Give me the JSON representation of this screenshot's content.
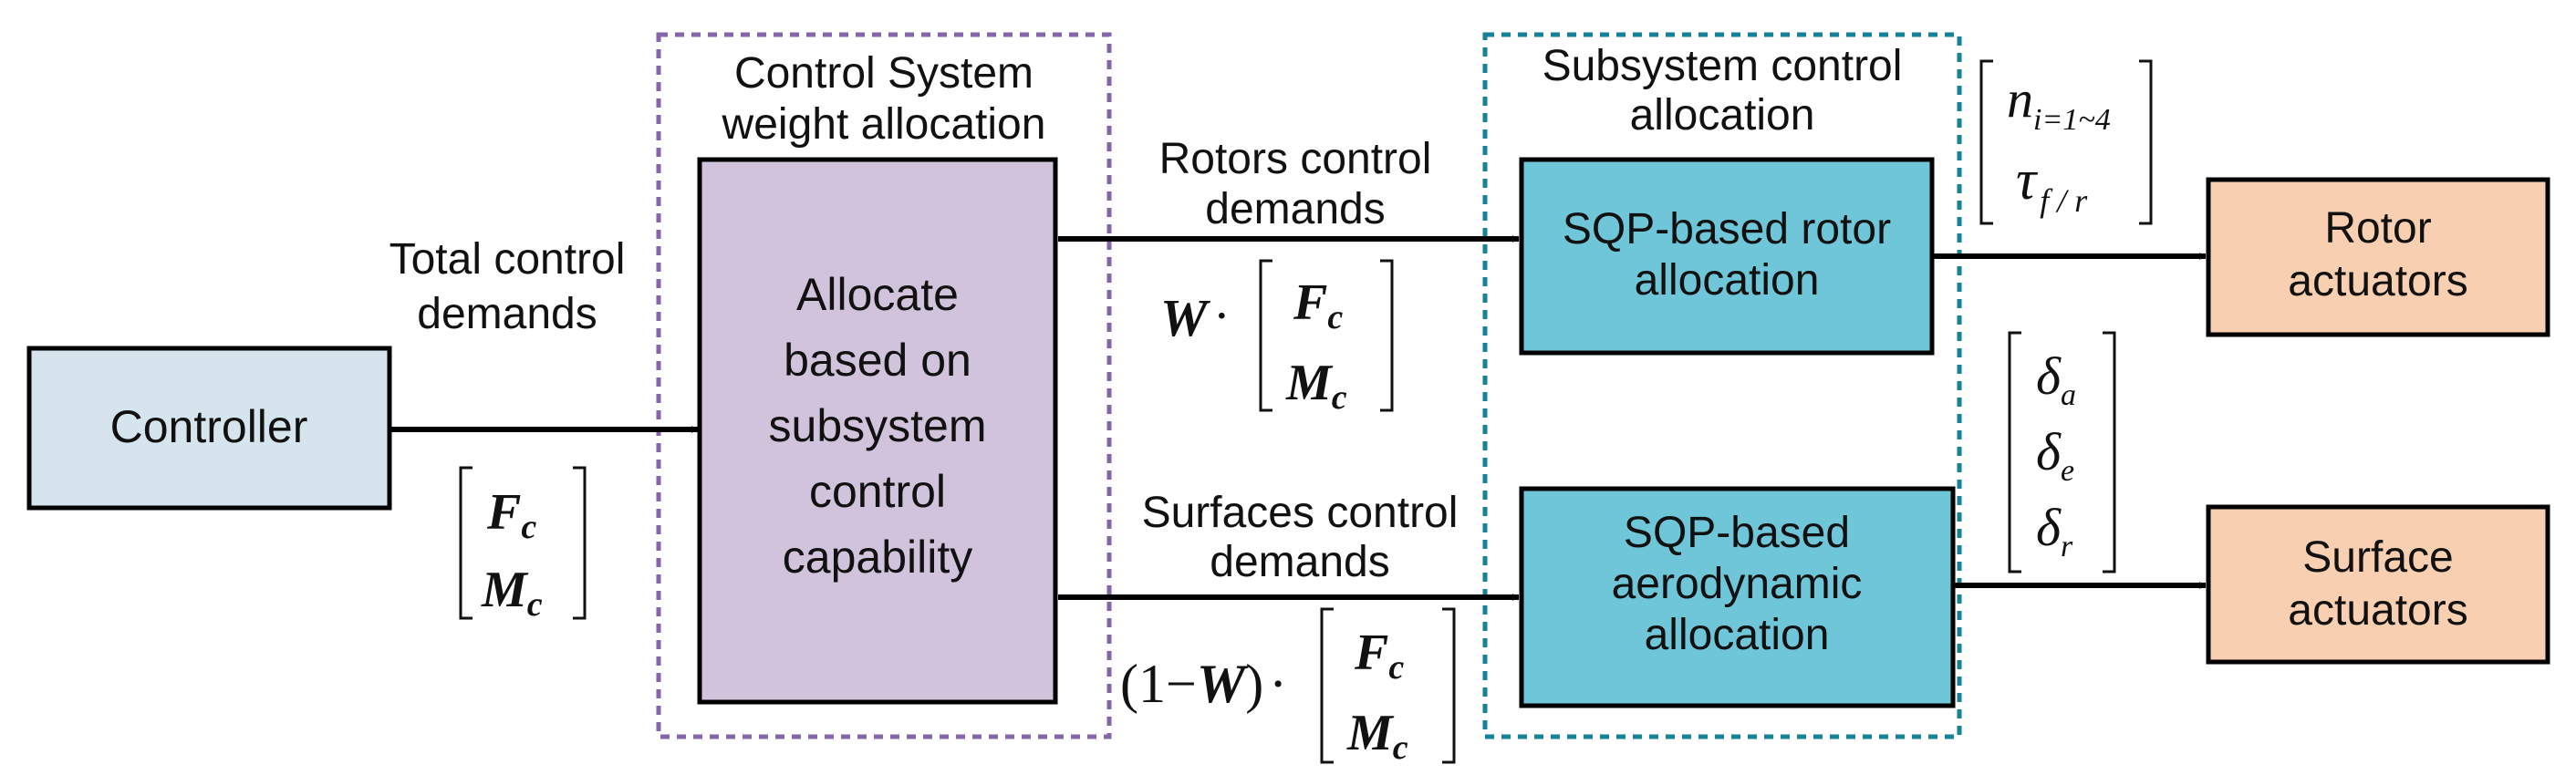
{
  "colors": {
    "controller_fill": "#d6e4ee",
    "allocator_fill": "#d2c3dc",
    "sqp_fill": "#6ec6d8",
    "actuator_fill": "#f8cfb1",
    "purple_dash": "#8566aa",
    "teal_dash": "#16829a"
  },
  "controller": {
    "label": "Controller"
  },
  "total_demand": {
    "label_line1": "Total control",
    "label_line2": "demands"
  },
  "vector_fc_mc": {
    "top_symbol": "F",
    "top_sub": "c",
    "bottom_symbol": "M",
    "bottom_sub": "c"
  },
  "weight_region": {
    "title_line1": "Control System",
    "title_line2": "weight allocation",
    "box_lines": [
      "Allocate",
      "based on",
      "subsystem",
      "control",
      "capability"
    ]
  },
  "rotor_demand": {
    "label_line1": "Rotors control",
    "label_line2": "demands",
    "weight_symbol": "W",
    "dot": "·"
  },
  "surface_demand": {
    "label_line1": "Surfaces control",
    "label_line2": "demands",
    "paren_open": "(",
    "one": "1",
    "minus": "−",
    "weight_symbol": "W",
    "paren_close": ")",
    "dot": "·"
  },
  "subsystem_region": {
    "title_line1": "Subsystem control",
    "title_line2": "allocation"
  },
  "rotor_sqp": {
    "line1": "SQP-based rotor",
    "line2": "allocation"
  },
  "aero_sqp": {
    "line1": "SQP-based",
    "line2": "aerodynamic",
    "line3": "allocation"
  },
  "rotor_output": {
    "n": "n",
    "n_sub": "i=1~4",
    "tau": "τ",
    "tau_sub": "f / r"
  },
  "surface_output": {
    "delta": "δ",
    "sub_a": "a",
    "sub_e": "e",
    "sub_r": "r"
  },
  "rotor_actuators": {
    "line1": "Rotor",
    "line2": "actuators"
  },
  "surface_actuators": {
    "line1": "Surface",
    "line2": "actuators"
  }
}
